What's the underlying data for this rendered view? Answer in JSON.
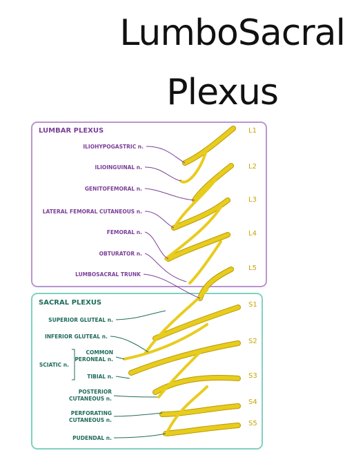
{
  "title": {
    "line1": "LumboSacral",
    "line2": "Plexus"
  },
  "lumbar": {
    "header": "LUMBAR PLEXUS",
    "nerves": [
      "ILIOHYPOGASTRIC n.",
      "ILIOINGUINAL n.",
      "GENITOFEMORAL n.",
      "LATERAL FEMORAL CUTANEOUS n.",
      "FEMORAL n.",
      "OBTURATOR n.",
      "LUMBOSACRAL TRUNK"
    ]
  },
  "sacral": {
    "header": "SACRAL PLEXUS",
    "superior_gluteal": "SUPERIOR GLUTEAL n.",
    "inferior_gluteal": "INFERIOR GLUTEAL n.",
    "sciatic": "SCIATIC n.",
    "common_peroneal_1": "COMMON",
    "common_peroneal_2": "PERONEAL n.",
    "tibial": "TIBIAL n.",
    "posterior_1": "POSTERIOR",
    "posterior_2": "CUTANEOUS n.",
    "perforating_1": "PERFORATING",
    "perforating_2": "CUTANEOUS n.",
    "pudendal": "PUDENDAL n."
  },
  "levels": [
    "L1",
    "L2",
    "L3",
    "L4",
    "L5",
    "S1",
    "S2",
    "S3",
    "S4",
    "S5"
  ],
  "colors": {
    "lumbar": "#7b3f98",
    "lumbar_box": "#b894cf",
    "sacral": "#1f6b5a",
    "sacral_box": "#7fd1c0",
    "nerve": "#e8cc1e",
    "level": "#c9a200"
  }
}
